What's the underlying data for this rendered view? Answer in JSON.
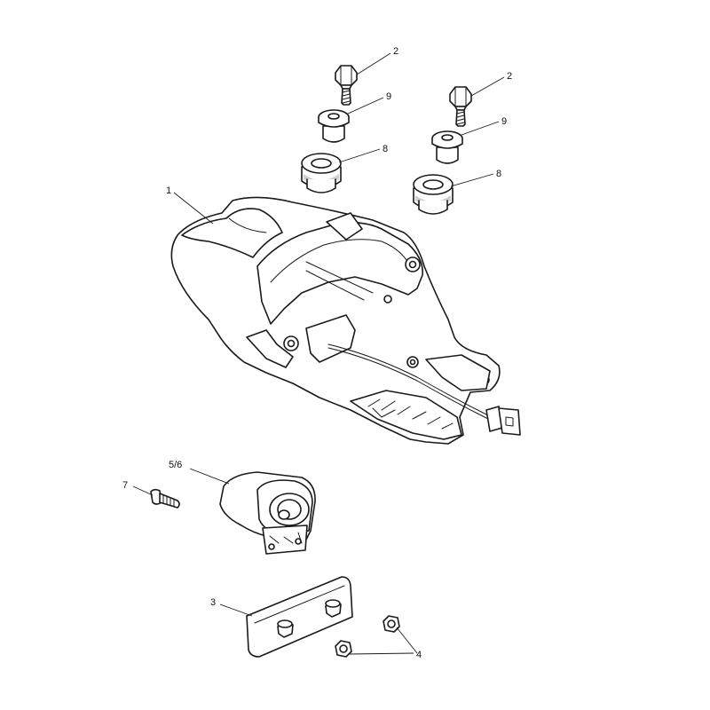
{
  "diagram": {
    "callouts": [
      {
        "id": "c2a",
        "text": "2"
      },
      {
        "id": "c9a",
        "text": "9"
      },
      {
        "id": "c8a",
        "text": "8"
      },
      {
        "id": "c2b",
        "text": "2"
      },
      {
        "id": "c9b",
        "text": "9"
      },
      {
        "id": "c8b",
        "text": "8"
      },
      {
        "id": "c1",
        "text": "1"
      },
      {
        "id": "c56",
        "text": "5/6"
      },
      {
        "id": "c7",
        "text": "7"
      },
      {
        "id": "c3",
        "text": "3"
      },
      {
        "id": "c4",
        "text": "4"
      }
    ]
  }
}
